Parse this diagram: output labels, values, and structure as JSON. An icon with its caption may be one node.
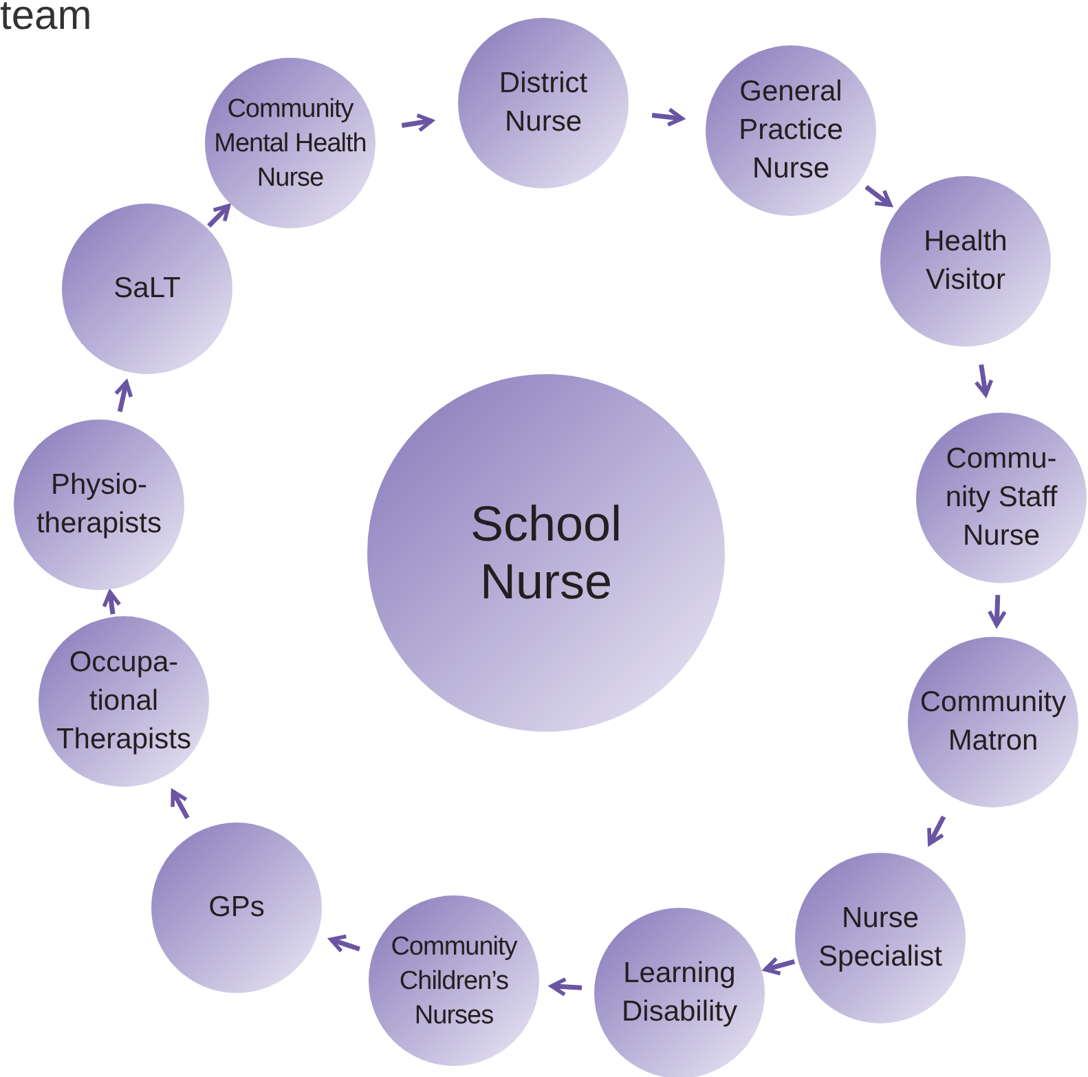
{
  "diagram": {
    "nodes": [
      {
        "text": [
          "School Nurse"
        ]
      },
      {
        "text": [
          "District Nurse"
        ]
      },
      {
        "text": [
          "General Practice Nurse"
        ]
      },
      {
        "text": [
          "Health Visitor"
        ]
      },
      {
        "text": [
          "Commu- nity Staff Nurse"
        ]
      },
      {
        "text": [
          "Community Matron"
        ]
      },
      {
        "text": [
          "Nurse Specialist"
        ]
      },
      {
        "text": [
          "Learning Disability"
        ]
      },
      {
        "text": [
          "Community Children’s Nurses"
        ]
      },
      {
        "text": [
          "GPs"
        ]
      },
      {
        "text": [
          "Occupa- tional Therapists"
        ]
      },
      {
        "text": [
          "Physio- therapists"
        ]
      },
      {
        "text": [
          "SaLT"
        ]
      },
      {
        "text": [
          "Community Mental Health Nurse"
        ]
      }
    ],
    "edges": [
      {
        "from": 13,
        "to": 1,
        "arrow": "to"
      },
      {
        "from": 1,
        "to": 2,
        "arrow": "to"
      },
      {
        "from": 2,
        "to": 3,
        "arrow": "to"
      },
      {
        "from": 3,
        "to": 4,
        "arrow": "to"
      },
      {
        "from": 4,
        "to": 5,
        "arrow": "to"
      },
      {
        "from": 5,
        "to": 6,
        "arrow": "to"
      },
      {
        "from": 6,
        "to": 7,
        "arrow": "to"
      },
      {
        "from": 7,
        "to": 8,
        "arrow": "to"
      },
      {
        "from": 8,
        "to": 9,
        "arrow": "to"
      },
      {
        "from": 9,
        "to": 10,
        "arrow": "to"
      },
      {
        "from": 10,
        "to": 11,
        "arrow": "to"
      },
      {
        "from": 11,
        "to": 12,
        "arrow": "to"
      },
      {
        "from": 12,
        "to": 13,
        "arrow": "to"
      }
    ],
    "labels": [
      "team"
    ]
  }
}
